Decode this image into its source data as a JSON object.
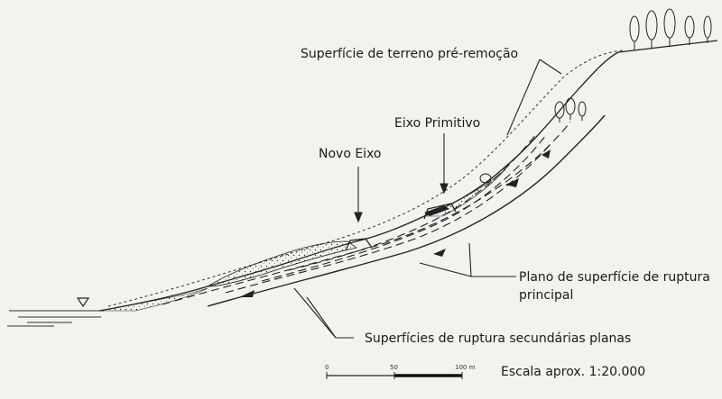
{
  "labels": {
    "pre_removal_surface": "Superfície de terreno pré-remoção",
    "old_axis": "Eixo Primitivo",
    "new_axis": "Novo Eixo",
    "main_rupture_line1": "Plano de superfície de ruptura",
    "main_rupture_line2": "principal",
    "secondary_rupture": "Superfícies de ruptura secundárias planas",
    "scale_text": "Escala aprox. 1:20.000"
  },
  "scale_bar": {
    "ticks": [
      "0",
      "50",
      "100 m"
    ]
  },
  "colors": {
    "ink": "#1a1a1a",
    "background": "#f3f2ee"
  }
}
